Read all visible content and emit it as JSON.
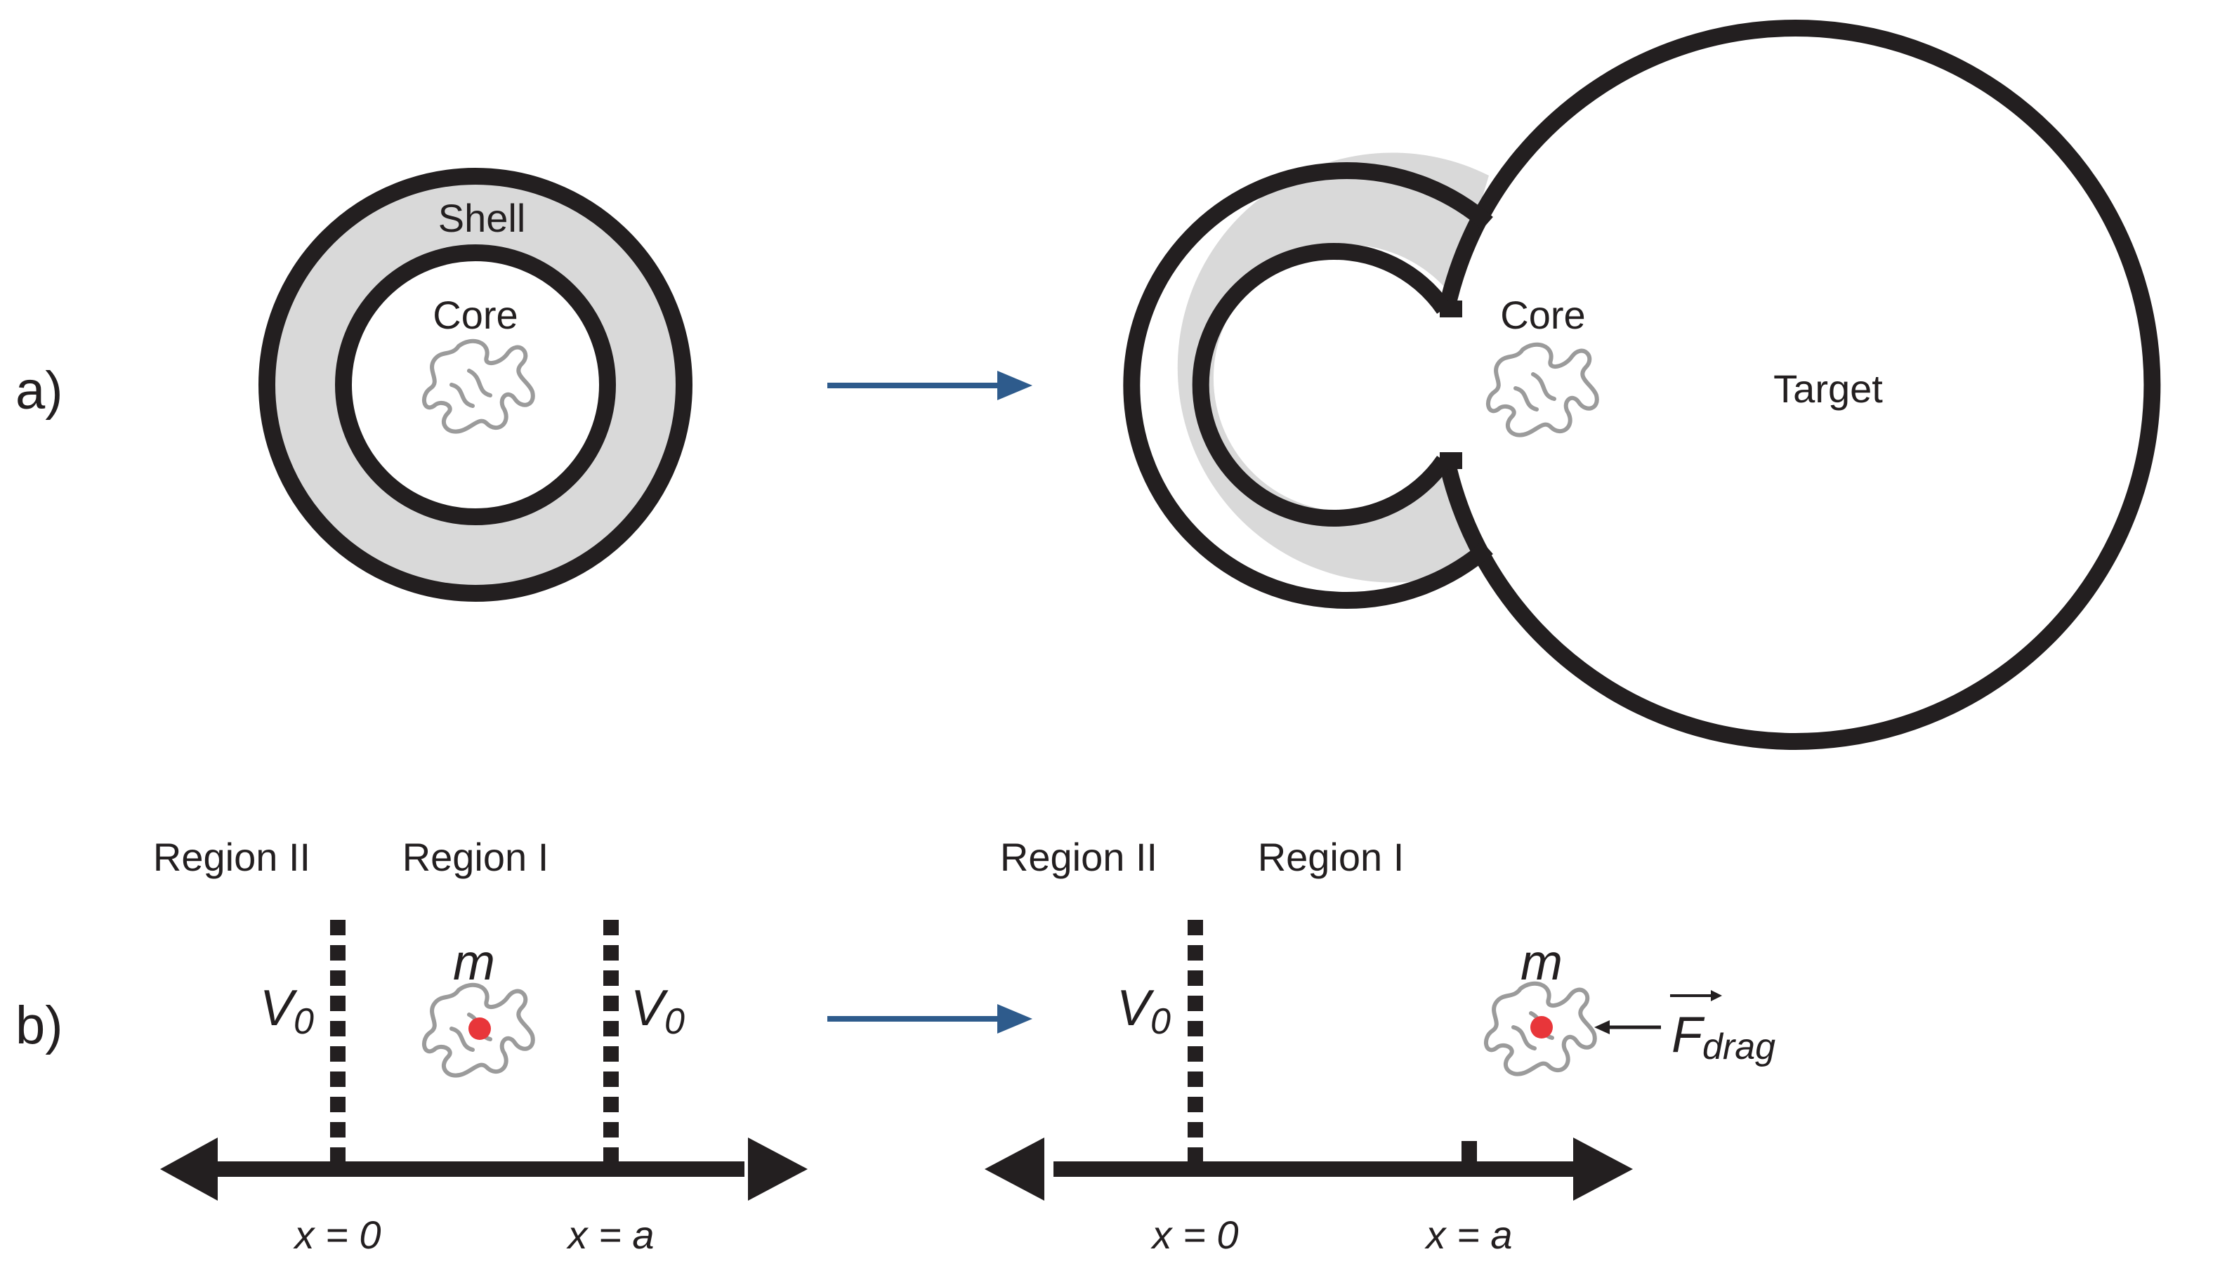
{
  "panel_a": {
    "label": "a)",
    "shell_label": "Shell",
    "core_label_left": "Core",
    "core_label_right": "Core",
    "target_label": "Target"
  },
  "panel_b": {
    "label": "b)",
    "left": {
      "region2_label": "Region II",
      "region1_label": "Region I",
      "v0_left": "V",
      "v0_left_sub": "0",
      "v0_right": "V",
      "v0_right_sub": "0",
      "mass_label": "m",
      "x0_label": "x = 0",
      "xa_label": "x = a"
    },
    "right": {
      "region2_label": "Region II",
      "region1_label": "Region I",
      "v0_left": "V",
      "v0_left_sub": "0",
      "mass_label": "m",
      "force_label": "F",
      "force_sub": "drag",
      "x0_label": "x = 0",
      "xa_label": "x = a"
    }
  },
  "colors": {
    "stroke": "#231f20",
    "shell_fill": "#d9d9d9",
    "arrow": "#2e5b8c",
    "polymer": "#9b9b9b",
    "particle": "#e8363a"
  }
}
